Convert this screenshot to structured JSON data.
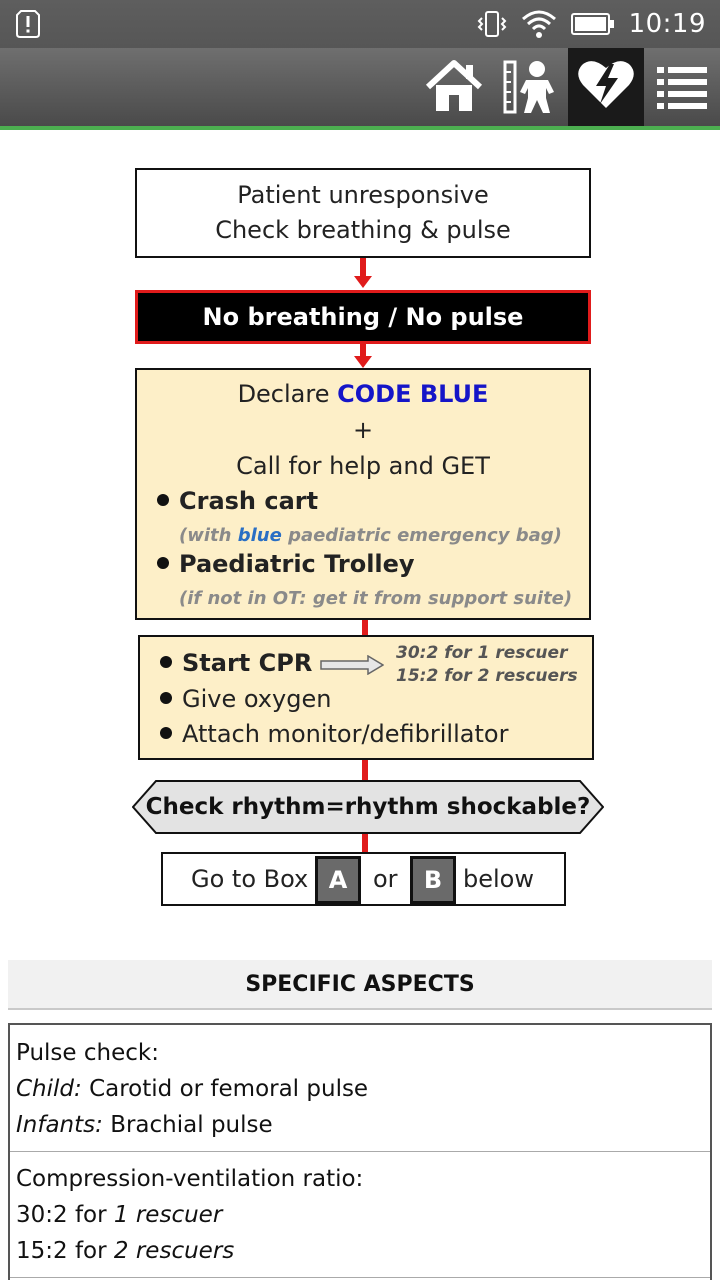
{
  "status_bar": {
    "time": "10:19",
    "icons": [
      "notification-alert-icon",
      "vibrate-icon",
      "wifi-icon",
      "battery-icon"
    ]
  },
  "toolbar": {
    "items": [
      {
        "icon": "home-icon",
        "active": false
      },
      {
        "icon": "child-growth-icon",
        "active": false
      },
      {
        "icon": "heart-defibrillator-icon",
        "active": true
      },
      {
        "icon": "menu-list-icon",
        "active": false
      }
    ],
    "accent_color": "#4caf50"
  },
  "flowchart": {
    "box1": {
      "line1": "Patient unresponsive",
      "line2": "Check breathing & pulse"
    },
    "box2": {
      "text": "No breathing / No pulse"
    },
    "box3": {
      "declare_prefix": "Declare ",
      "declare_code": "CODE BLUE",
      "plus": "+",
      "call": "Call for help and GET",
      "item1": "Crash cart",
      "note1_prefix": "(with ",
      "note1_blue": "blue",
      "note1_suffix": " paediatric emergency bag)",
      "item2": "Paediatric Trolley",
      "note2": "(if not in OT: get it from support suite)"
    },
    "box4": {
      "item1": "Start CPR",
      "ratio1": "30:2 for 1 rescuer",
      "ratio2": "15:2 for 2 rescuers",
      "item2": "Give oxygen",
      "item3": "Attach monitor/defibrillator"
    },
    "decision": {
      "text": "Check rhythm=rhythm shockable?"
    },
    "box5": {
      "prefix": "Go to Box",
      "badge_a": "A",
      "middle": "or",
      "badge_b": "B",
      "suffix": "below"
    },
    "colors": {
      "connector": "#e01b1b",
      "highlight_bg": "#fdefc8",
      "code_blue": "#1515c8"
    }
  },
  "aspects": {
    "header": "SPECIFIC ASPECTS",
    "rows": [
      {
        "title": "Pulse check:",
        "line2_label": "Child:",
        "line2_text": " Carotid or femoral pulse",
        "line3_label": "Infants:",
        "line3_text": " Brachial pulse"
      },
      {
        "title": "Compression-ventilation ratio:",
        "line2_prefix": "30:2 for ",
        "line2_italic": "1 rescuer",
        "line3_prefix": "15:2 for ",
        "line3_italic": "2 rescuers"
      }
    ]
  }
}
